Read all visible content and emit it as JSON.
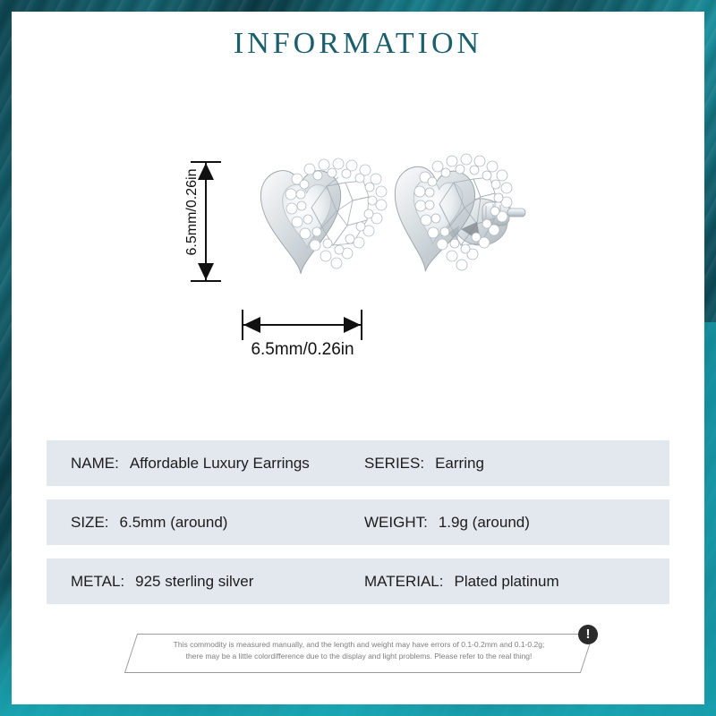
{
  "page": {
    "title": "INFORMATION",
    "title_color": "#1b5f6c",
    "border_color": "#14616e",
    "row_background": "#e3e8ef"
  },
  "dimensions": {
    "vertical_label": "6.5mm/0.26in",
    "horizontal_label": "6.5mm/0.26in"
  },
  "product": {
    "image_alt": "heart-shaped-halo-stud-earrings"
  },
  "specs": [
    {
      "left_key": "NAME:",
      "left_value": "Affordable  Luxury Earrings",
      "right_key": "SERIES:",
      "right_value": "Earring"
    },
    {
      "left_key": "SIZE:",
      "left_value": "6.5mm (around)",
      "right_key": "WEIGHT:",
      "right_value": "1.9g (around)"
    },
    {
      "left_key": "METAL:",
      "left_value": "925 sterling silver",
      "right_key": "MATERIAL:",
      "right_value": "Plated platinum"
    }
  ],
  "disclaimer": {
    "icon": "exclamation-icon",
    "icon_glyph": "!",
    "line1": "This commodity is measured manually, and the length and weight may have errors of 0.1-0.2mm and 0.1-0.2g;",
    "line2": "there may be a little colordifference due to the display and light problems. Please refer to the real thing!"
  }
}
